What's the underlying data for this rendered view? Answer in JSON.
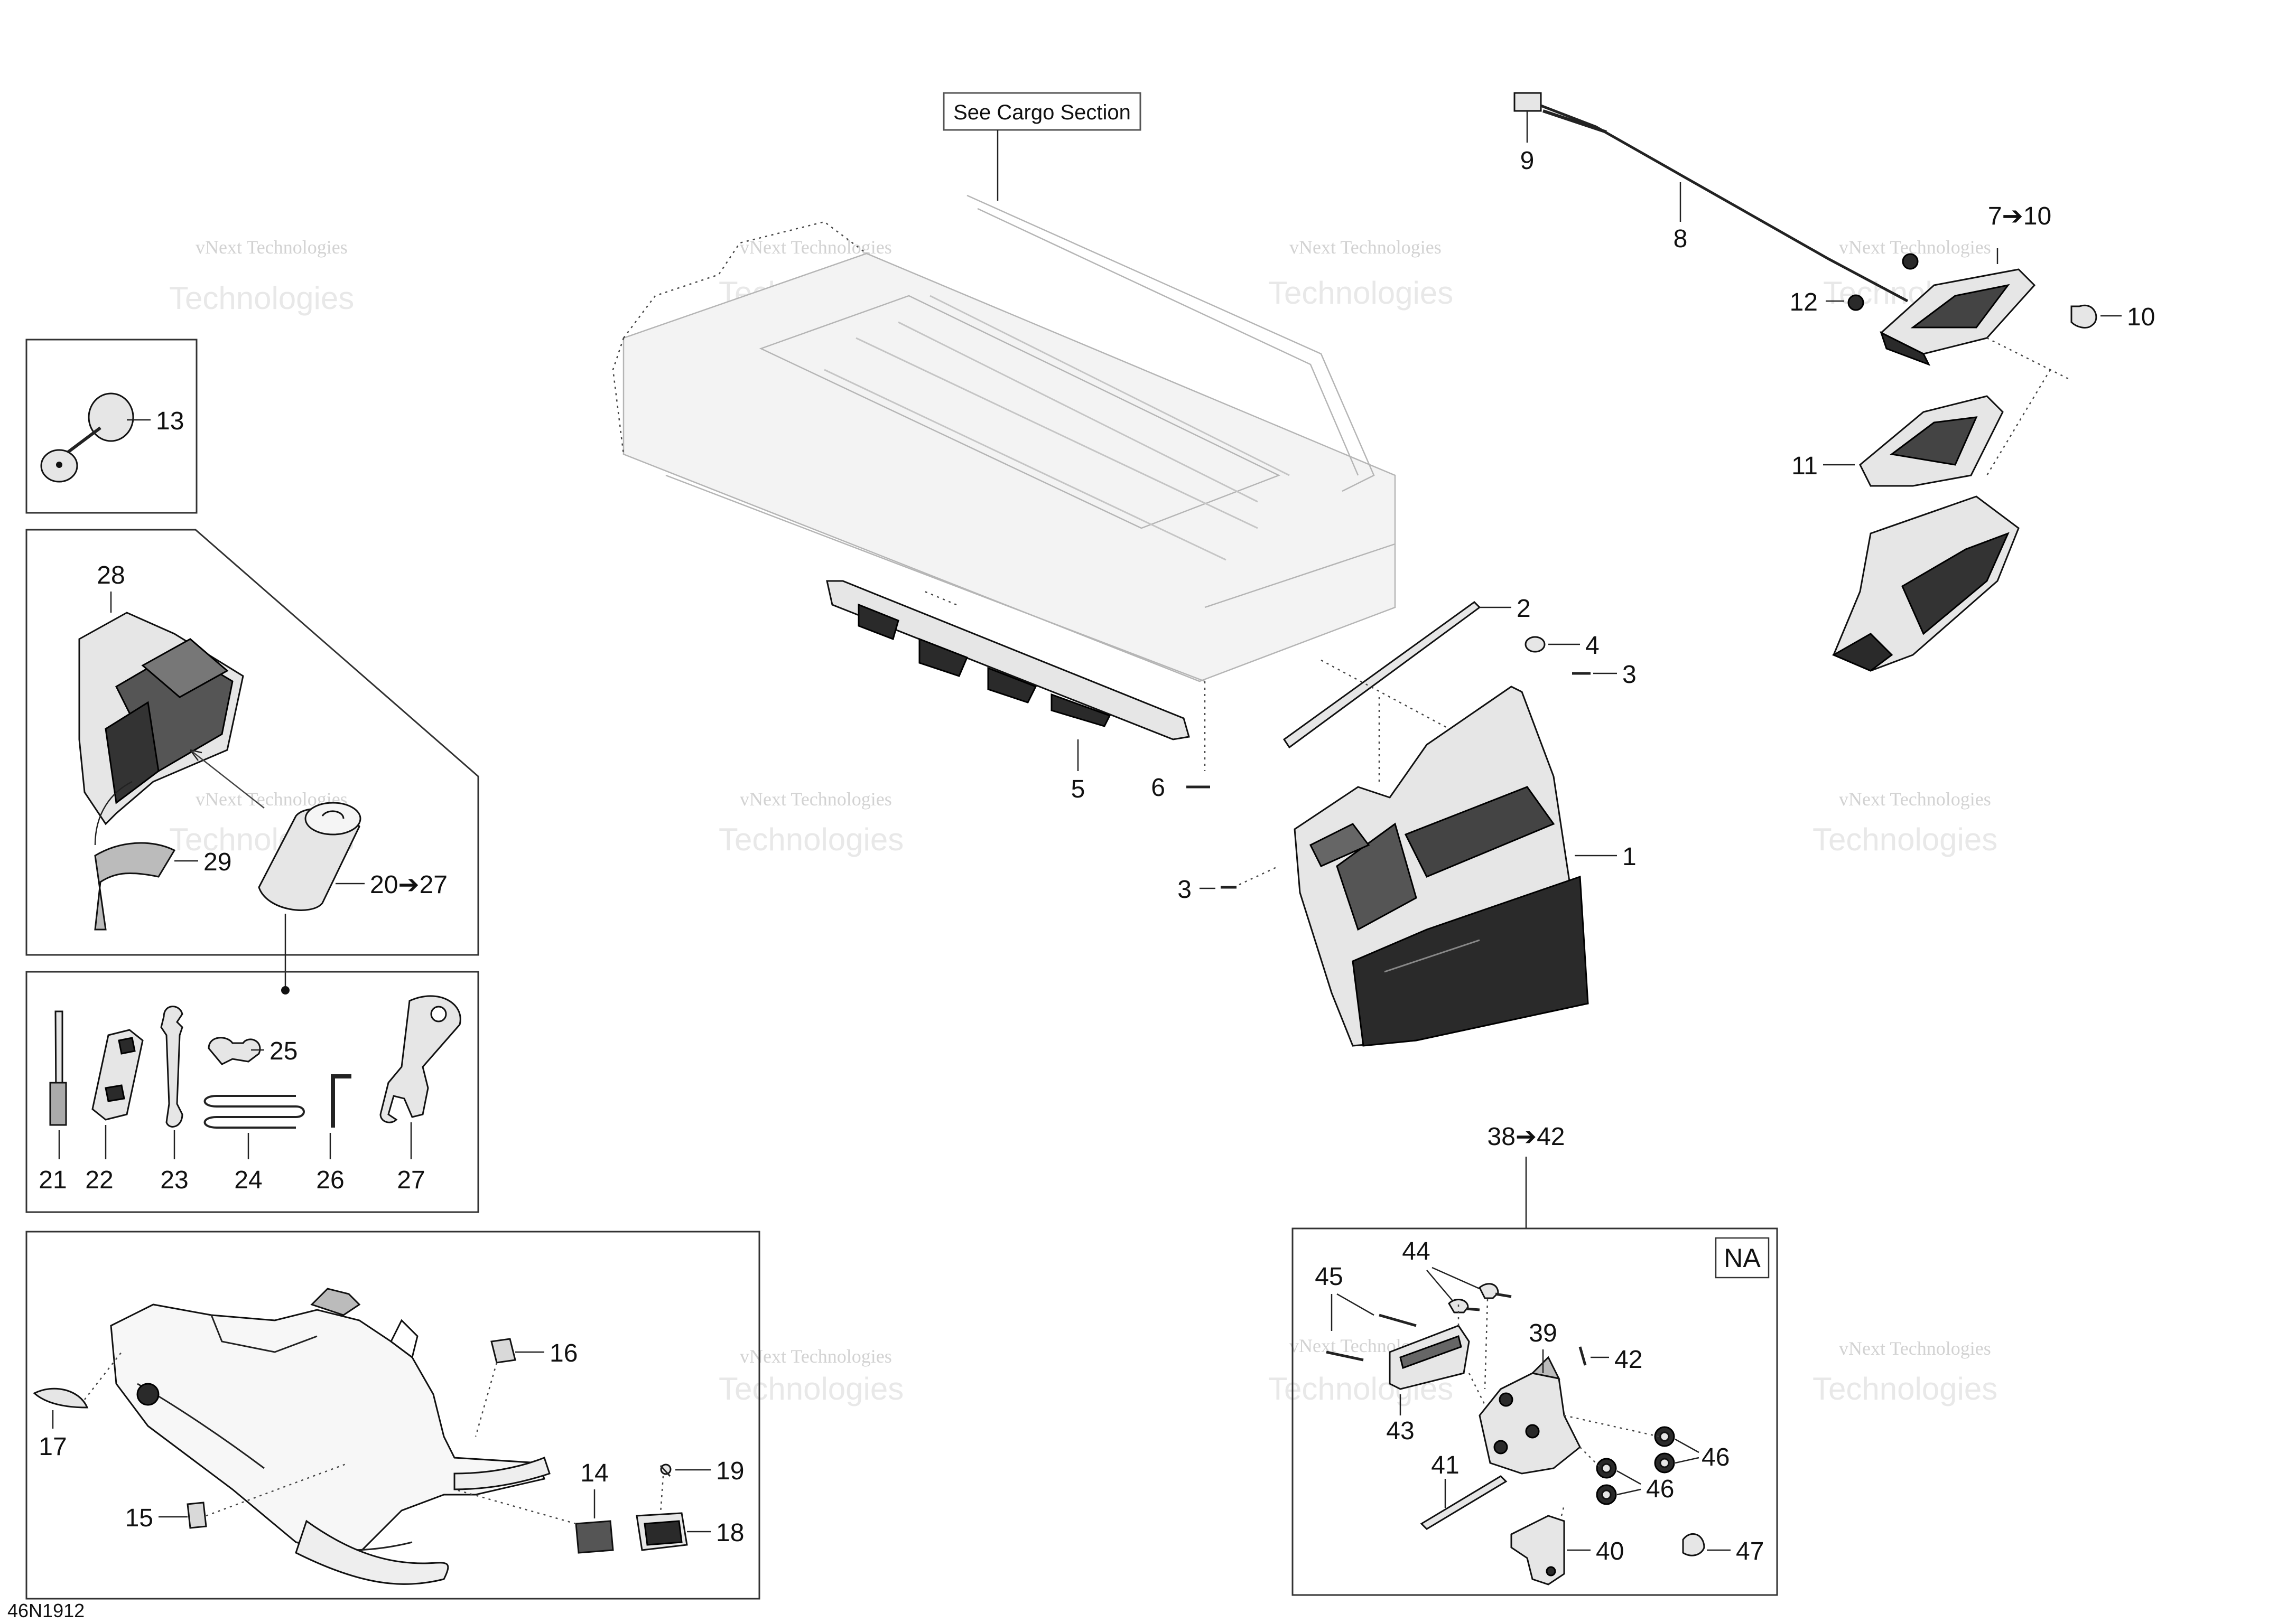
{
  "drawing_code": "46N1912",
  "cargo_note": "See Cargo Section",
  "region_badge": "NA",
  "watermark": {
    "line1": "vNext Technologies",
    "line2": "Technologies"
  },
  "callouts": {
    "c1": "1",
    "c2": "2",
    "c3a": "3",
    "c3b": "3",
    "c4": "4",
    "c5": "5",
    "c6": "6",
    "c7_10": "7➔10",
    "c8": "8",
    "c9": "9",
    "c10": "10",
    "c11": "11",
    "c12": "12",
    "c13": "13",
    "c14": "14",
    "c15": "15",
    "c16": "16",
    "c17": "17",
    "c18": "18",
    "c19": "19",
    "c20_27": "20➔27",
    "c21": "21",
    "c22": "22",
    "c23": "23",
    "c24": "24",
    "c25": "25",
    "c26": "26",
    "c27": "27",
    "c28": "28",
    "c29": "29",
    "c38_42": "38➔42",
    "c39": "39",
    "c40": "40",
    "c41": "41",
    "c42": "42",
    "c43": "43",
    "c44": "44",
    "c45": "45",
    "c46a": "46",
    "c46b": "46",
    "c47": "47"
  }
}
